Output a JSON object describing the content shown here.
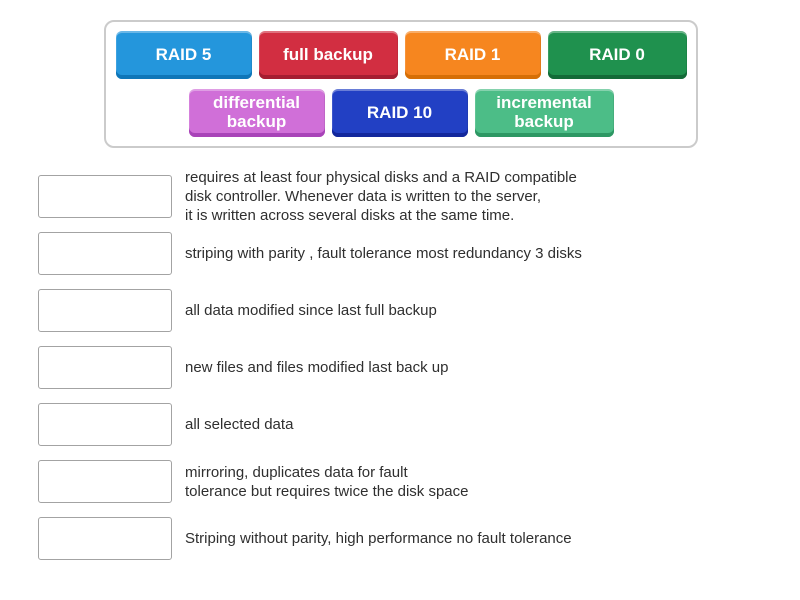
{
  "activity": {
    "type": "match-up",
    "background_color": "#ffffff",
    "panel_border_color": "#cbcbcb",
    "slot_border_color": "#a3a3a3",
    "clue_text_color": "#2f2f2f"
  },
  "tile_panel": {
    "row1": [
      {
        "label": "RAID 5",
        "color": "#2496dc",
        "edge_color": "#0f76b8"
      },
      {
        "label": "full backup",
        "color": "#d22e41",
        "edge_color": "#a51e31"
      },
      {
        "label": "RAID 1",
        "color": "#f6861f",
        "edge_color": "#d66f06"
      },
      {
        "label": "RAID 0",
        "color": "#1f914e",
        "edge_color": "#136b38"
      }
    ],
    "row2": [
      {
        "label": "differential\nbackup",
        "color": "#d06fd8",
        "edge_color": "#a843b8"
      },
      {
        "label": "RAID 10",
        "color": "#2240c4",
        "edge_color": "#12279c"
      },
      {
        "label": "incremental\nbackup",
        "color": "#4cbd87",
        "edge_color": "#2d9763"
      }
    ]
  },
  "matches": [
    {
      "clue": "requires at least four physical disks and a RAID compatible\ndisk controller. Whenever data is written to the server,\nit is written across several disks at the same time."
    },
    {
      "clue": "striping with parity , fault tolerance most redundancy 3 disks"
    },
    {
      "clue": "all data modified since last full backup"
    },
    {
      "clue": "new files and files modified last back up"
    },
    {
      "clue": "all selected data"
    },
    {
      "clue": "mirroring, duplicates data for fault\ntolerance but requires twice the disk space"
    },
    {
      "clue": "Striping without parity, high performance no fault tolerance"
    }
  ]
}
